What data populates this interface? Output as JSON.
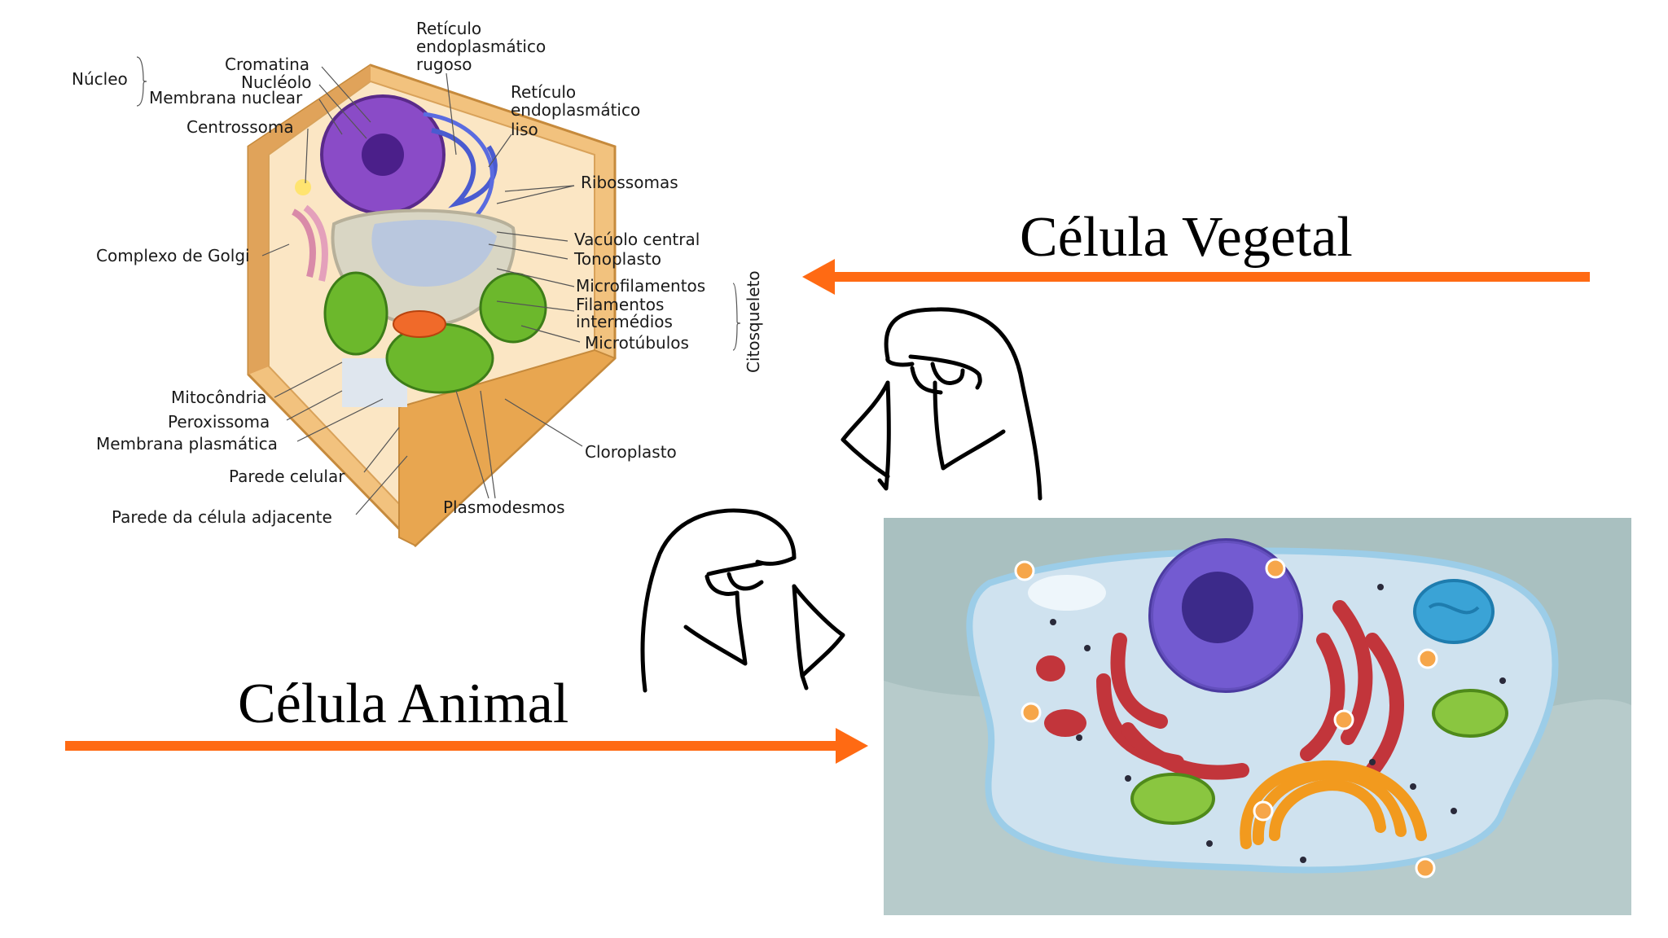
{
  "plant_cell": {
    "labels": {
      "nucleo": "Núcleo",
      "cromatina": "Cromatina",
      "nucleolo": "Nucléolo",
      "membrana_nuclear": "Membrana nuclear",
      "centrossoma": "Centrossoma",
      "complexo_golgi": "Complexo de Golgi",
      "mitocondria": "Mitocôndria",
      "peroxissoma": "Peroxissoma",
      "membrana_plasmatica": "Membrana plasmática",
      "parede_celular": "Parede celular",
      "parede_adjacente": "Parede da célula adjacente",
      "plasmodesmos": "Plasmodesmos",
      "re_rugoso_1": "Retículo",
      "re_rugoso_2": "endoplasmático",
      "re_rugoso_3": "rugoso",
      "re_liso_1": "Retículo",
      "re_liso_2": "endoplasmático",
      "re_liso_3": "liso",
      "ribossomas": "Ribossomas",
      "vacuolo_central": "Vacúolo central",
      "tonoplasto": "Tonoplasto",
      "microfilamentos": "Microfilamentos",
      "filamentos_1": "Filamentos",
      "filamentos_2": "intermédios",
      "microtubulos": "Microtúbulos",
      "citosqueleto": "Citosqueleto",
      "cloroplasto": "Cloroplasto"
    }
  },
  "titles": {
    "vegetal": "Célula Vegetal",
    "animal": "Célula Animal"
  },
  "colors": {
    "arrow": "#ff6a13",
    "animal_bg": "#a9c0c0",
    "plant_wall": "#f0b870"
  }
}
